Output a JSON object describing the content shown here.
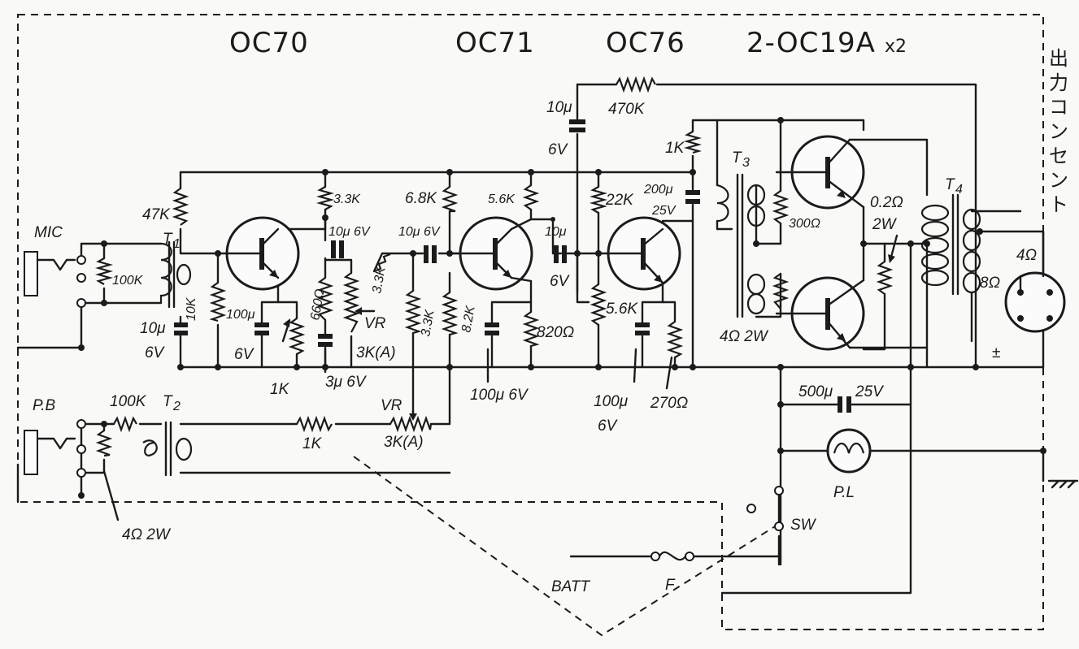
{
  "transistors": {
    "q1": "OC70",
    "q2": "OC71",
    "q3": "OC76",
    "out_main": "2-OC19A",
    "out_mult": "x2"
  },
  "side_label": [
    "出",
    "力",
    "コ",
    "ン",
    "セ",
    "ン",
    "ト"
  ],
  "inputs": {
    "mic": "MIC",
    "pb": "P.B"
  },
  "transformers": {
    "t1": "T",
    "t1_sub": "1",
    "t2": "T",
    "t2_sub": "2",
    "t3": "T",
    "t3_sub": "3",
    "t4": "T",
    "t4_sub": "4"
  },
  "components": {
    "r_100k_mic": "100K",
    "r_47k": "47K",
    "c_10u_a": "10μ",
    "v_6v_a": "6V",
    "r_10k": "10K",
    "c_100u_a": "100μ",
    "v_6v_b": "6V",
    "r_1k_a": "1K",
    "r_3_3k_a": "3.3K",
    "c_10u_6v_a": "10μ 6V",
    "r_660": "660Ω",
    "r_3_3k_b": "3.3K",
    "vr_a": "VR",
    "vr_a_val": "3K(A)",
    "c_3u": "3μ 6V",
    "r_6_8k": "6.8K",
    "c_10u_6v_b": "10μ 6V",
    "r_3_3k_c": "3.3K",
    "r_8_2k": "8.2K",
    "r_5_6k_a": "5.6K",
    "c_10u_b": "10μ",
    "v_6v_c": "6V",
    "c_100u_6v_b": "100μ 6V",
    "r_820": "820Ω",
    "c_10u_fb": "10μ",
    "v_6v_fb": "6V",
    "r_470k": "470K",
    "r_22k": "22K",
    "r_5_6k_b": "5.6K",
    "c_100u_c": "100μ",
    "v_6v_d": "6V",
    "r_270": "270Ω",
    "r_1k_b": "1K",
    "c_200u": "200μ",
    "v_25v_a": "25V",
    "r_300": "300Ω",
    "r_4ohm_2w": "4Ω 2W",
    "r_0_2": "0.2Ω",
    "w_2w": "2W",
    "imp_8": "8Ω",
    "imp_4": "4Ω",
    "plusminus": "±",
    "c_500u": "500μ",
    "v_25v_b": "25V",
    "r_100k_pb": "100K",
    "r_1k_pb": "1K",
    "vr_b": "VR",
    "vr_b_val": "3K(A)",
    "r_4ohm_2w_pb": "4Ω 2W",
    "pl": "P.L",
    "sw": "SW",
    "batt": "BATT",
    "fuse": "F"
  }
}
